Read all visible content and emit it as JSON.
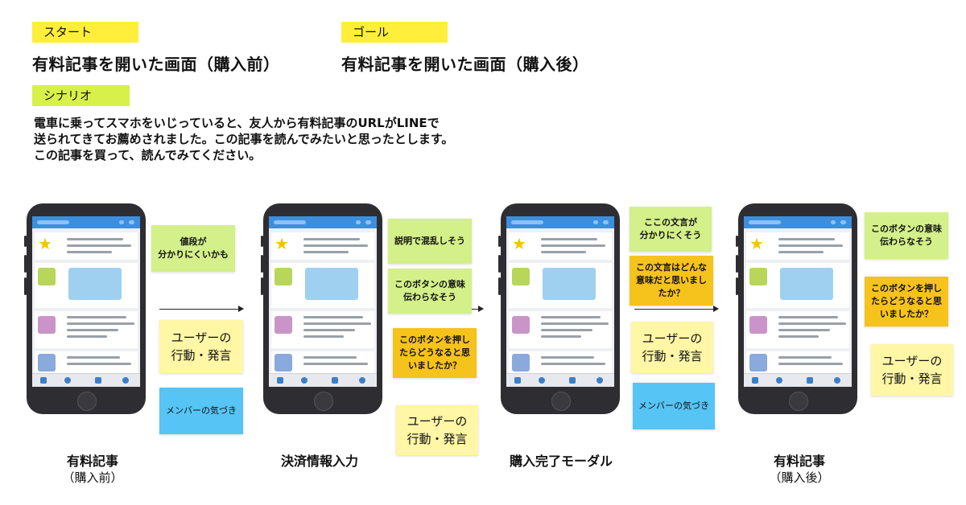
{
  "start_tag": "スタート",
  "goal_tag": "ゴール",
  "start_title": "有料記事を開いた画面（購入前）",
  "goal_title": "有料記事を開いた画面（購入後）",
  "scenario_tag": "シナリオ",
  "scenario_lines": [
    "電車に乗ってスマホをいじっていると、友人から有料記事のURLがLINEで",
    "送られてきてお薦めされました。この記事を読んでみたいと思ったとします。",
    "この記事を買って、読んでみてください。"
  ],
  "steps": [
    {
      "label": "有料記事",
      "sub": "（購入前）"
    },
    {
      "label": "決済情報入力",
      "sub": ""
    },
    {
      "label": "購入完了モーダル",
      "sub": ""
    },
    {
      "label": "有料記事",
      "sub": "（購入後）"
    }
  ],
  "notes": {
    "s1_price": [
      "値段が",
      "分かりにくいかも"
    ],
    "s1_user": [
      "ユーザーの",
      "行動・発言"
    ],
    "s1_member": [
      "メンバーの気づき"
    ],
    "s2_confuse": [
      "説明で混乱しそう"
    ],
    "s2_button": [
      "このボタンの意味",
      "伝わらなそう"
    ],
    "s2_push": [
      "このボタンを押し",
      "たらどうなると思",
      "いましたか？"
    ],
    "s2_user": [
      "ユーザーの",
      "行動・発言"
    ],
    "s3_text": [
      "ここの文言が",
      "分かりにくそう"
    ],
    "s3_meaning": [
      "この文言はどんな",
      "意味だと思いまし",
      "たか？"
    ],
    "s3_user": [
      "ユーザーの",
      "行動・発言"
    ],
    "s3_member": [
      "メンバーの気づき"
    ],
    "s4_button": [
      "このボタンの意味",
      "伝わらなそう"
    ],
    "s4_push": [
      "このボタンを押し",
      "たらどうなると思",
      "いましたか？"
    ],
    "s4_user": [
      "ユーザーの",
      "行動・発言"
    ]
  },
  "colors": {
    "tag_yellow": "#ffee3a",
    "tag_green": "#d8f04a",
    "note_green": "#d4f08a",
    "note_orange": "#f6c21c",
    "note_yellow": "#fff6a6",
    "note_blue": "#56c4f4",
    "app_header": "#3d8fde"
  },
  "icons": [
    "star-icon",
    "home-icon",
    "search-icon",
    "menu-icon"
  ]
}
